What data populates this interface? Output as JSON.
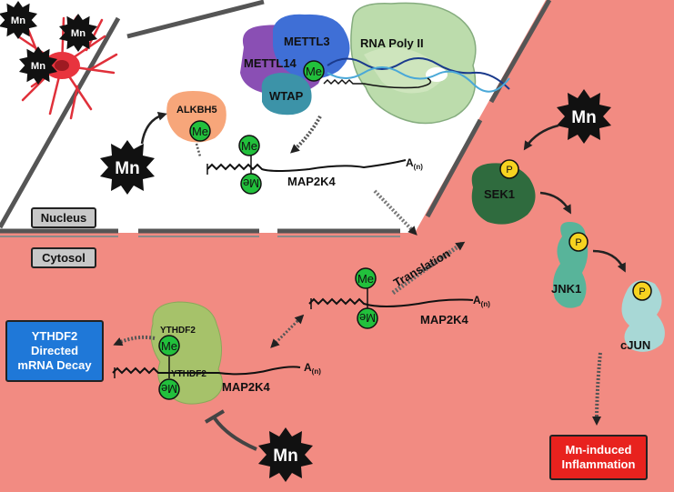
{
  "compartments": {
    "nucleus": "Nucleus",
    "cytosol": "Cytosol"
  },
  "manganese": "Mn",
  "methyl": "Me",
  "phospho": "P",
  "poly_a": "A",
  "poly_a_sub": "(n)",
  "proteins": {
    "mettl3": "METTL3",
    "mettl14": "METTL14",
    "wtap": "WTAP",
    "rna_pol": "RNA Poly II",
    "alkbh5": "ALKBH5",
    "ythdf2": "YTHDF2",
    "sek1": "SEK1",
    "jnk1": "JNK1",
    "cjun": "cJUN"
  },
  "transcript": "MAP2K4",
  "process": {
    "translation": "Translation"
  },
  "outcomes": {
    "decay": [
      "YTHDF2",
      "Directed",
      "mRNA Decay"
    ],
    "inflammation": [
      "Mn-induced",
      "Inflammation"
    ]
  },
  "colors": {
    "cytosol_bg": "#f28b82",
    "nucleus_bg": "#ffffff",
    "methyl_green": "#22c03c",
    "phospho_yellow": "#f7d320",
    "decay_blue": "#1f78d8",
    "inflammation_red": "#e8221e",
    "sek1_green": "#2f6b3e",
    "jnk1_teal": "#58b49a",
    "cjun_cyan": "#a8d8d6",
    "ythdf2_green": "#a6c26a",
    "alkbh5_orange": "#f7a67a"
  }
}
